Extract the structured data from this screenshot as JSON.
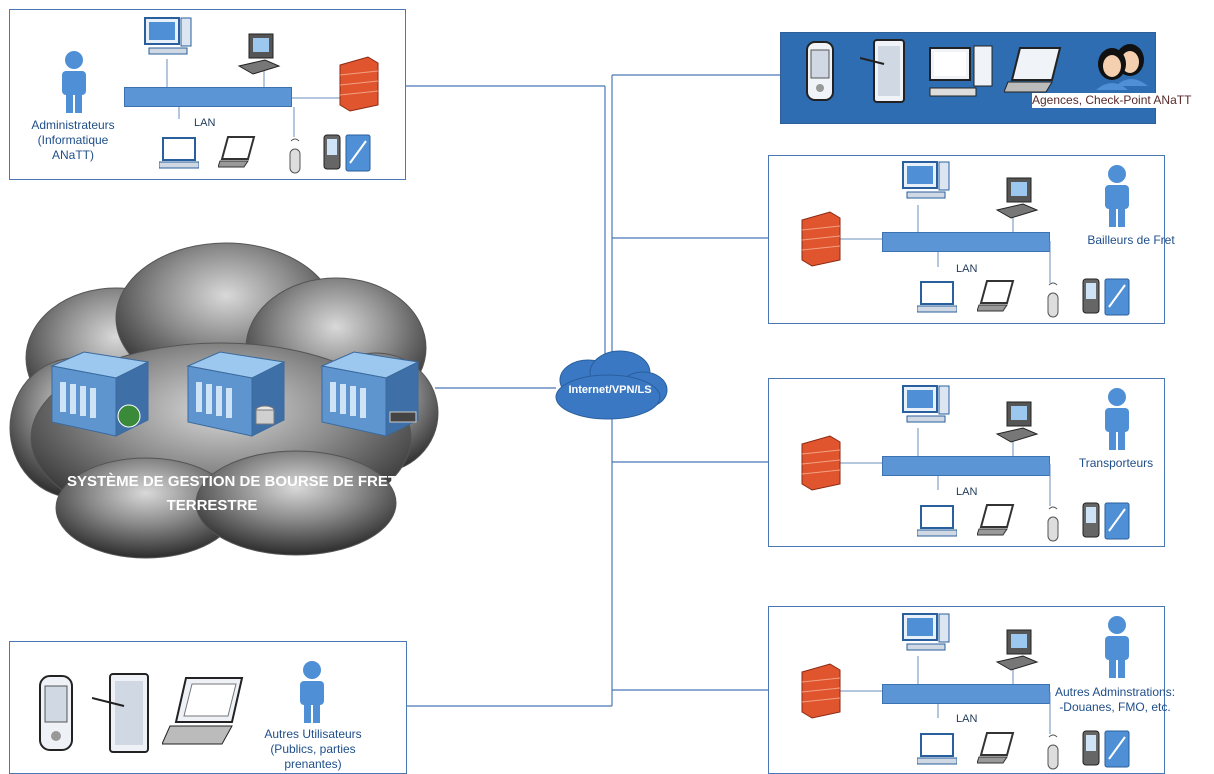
{
  "admin_group": {
    "name_lines": [
      "Administrateurs",
      "(Informatique",
      "ANaTT)"
    ],
    "lan": "LAN"
  },
  "agencies_group": {
    "name": "Agences, Check-Point ANaTT"
  },
  "freight_owners_group": {
    "name": "Bailleurs de Fret",
    "lan": "LAN"
  },
  "carriers_group": {
    "name": "Transporteurs",
    "lan": "LAN"
  },
  "other_admin_group": {
    "name_lines": [
      "Autres Adminstrations:",
      "-Douanes, FMO, etc."
    ],
    "lan": "LAN"
  },
  "other_users_group": {
    "name_lines": [
      "Autres Utilisateurs",
      "(Publics, parties",
      "prenantes)"
    ]
  },
  "network_hub": {
    "label": "Internet/VPN/LS"
  },
  "system_cloud": {
    "title_lines": [
      "SYSTÈME DE GESTION DE BOURSE DE FRET",
      "TERRESTRE"
    ]
  },
  "colors": {
    "accent": "#4a78b5",
    "lan_bar": "#5b95d5",
    "agencies_fill": "#2e6db1",
    "user_figure": "#4f8fd6",
    "firewall": "#e0552e",
    "cloud_dark": "#2b2b2b"
  },
  "icon_names": [
    "user-icon",
    "desktop-icon",
    "workstation-icon",
    "laptop-icon",
    "firewall-icon",
    "mouse-icon",
    "pda-icon",
    "tablet-icon",
    "server-icon",
    "globe-icon",
    "database-icon",
    "users-icon",
    "cloud-icon"
  ]
}
